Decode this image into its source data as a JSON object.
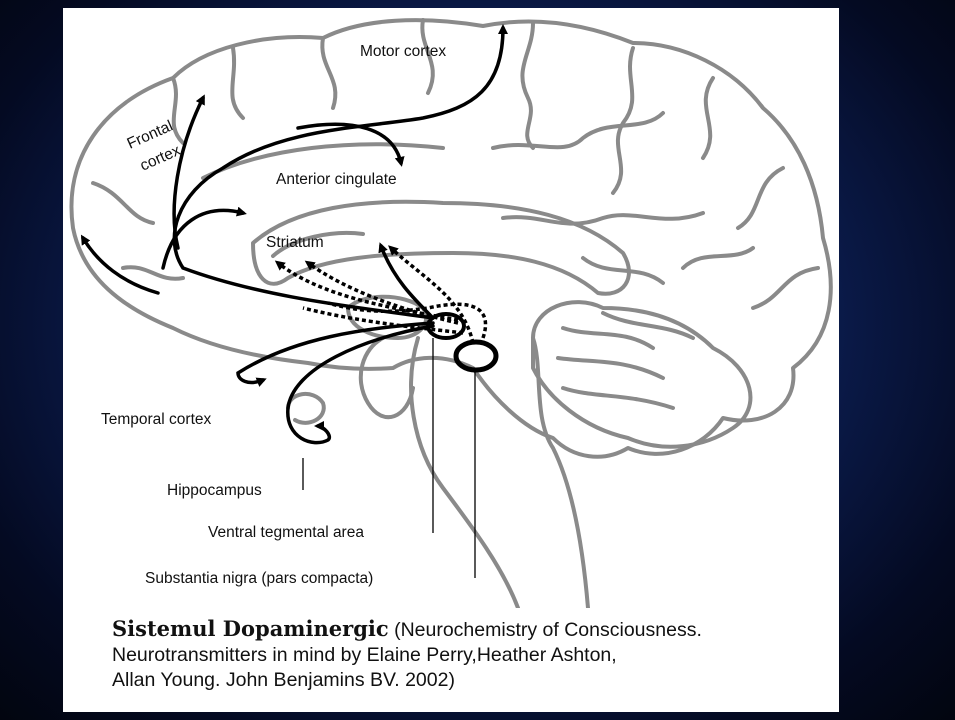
{
  "labels": {
    "motor_cortex": "Motor cortex",
    "frontal_cortex_line1": "Frontal",
    "frontal_cortex_line2": "cortex",
    "anterior_cingulate": "Anterior cingulate",
    "striatum": "Striatum",
    "temporal_cortex": "Temporal cortex",
    "hippocampus": "Hippocampus",
    "ventral_tegmental_area": "Ventral tegmental area",
    "substantia_nigra": "Substantia nigra (pars compacta)"
  },
  "caption": {
    "title": "Sistemul Dopaminergic",
    "line1": "(Neurochemistry of Consciousness.",
    "line2": "Neurotransmitters in mind by Elaine Perry,Heather Ashton,",
    "line3": "Allan Young. John Benjamins BV. 2002)"
  },
  "colors": {
    "brain_outline": "#8a8a8a",
    "pathway": "#000000",
    "background_center": "#1a3a88",
    "background_edge": "#02050f"
  }
}
